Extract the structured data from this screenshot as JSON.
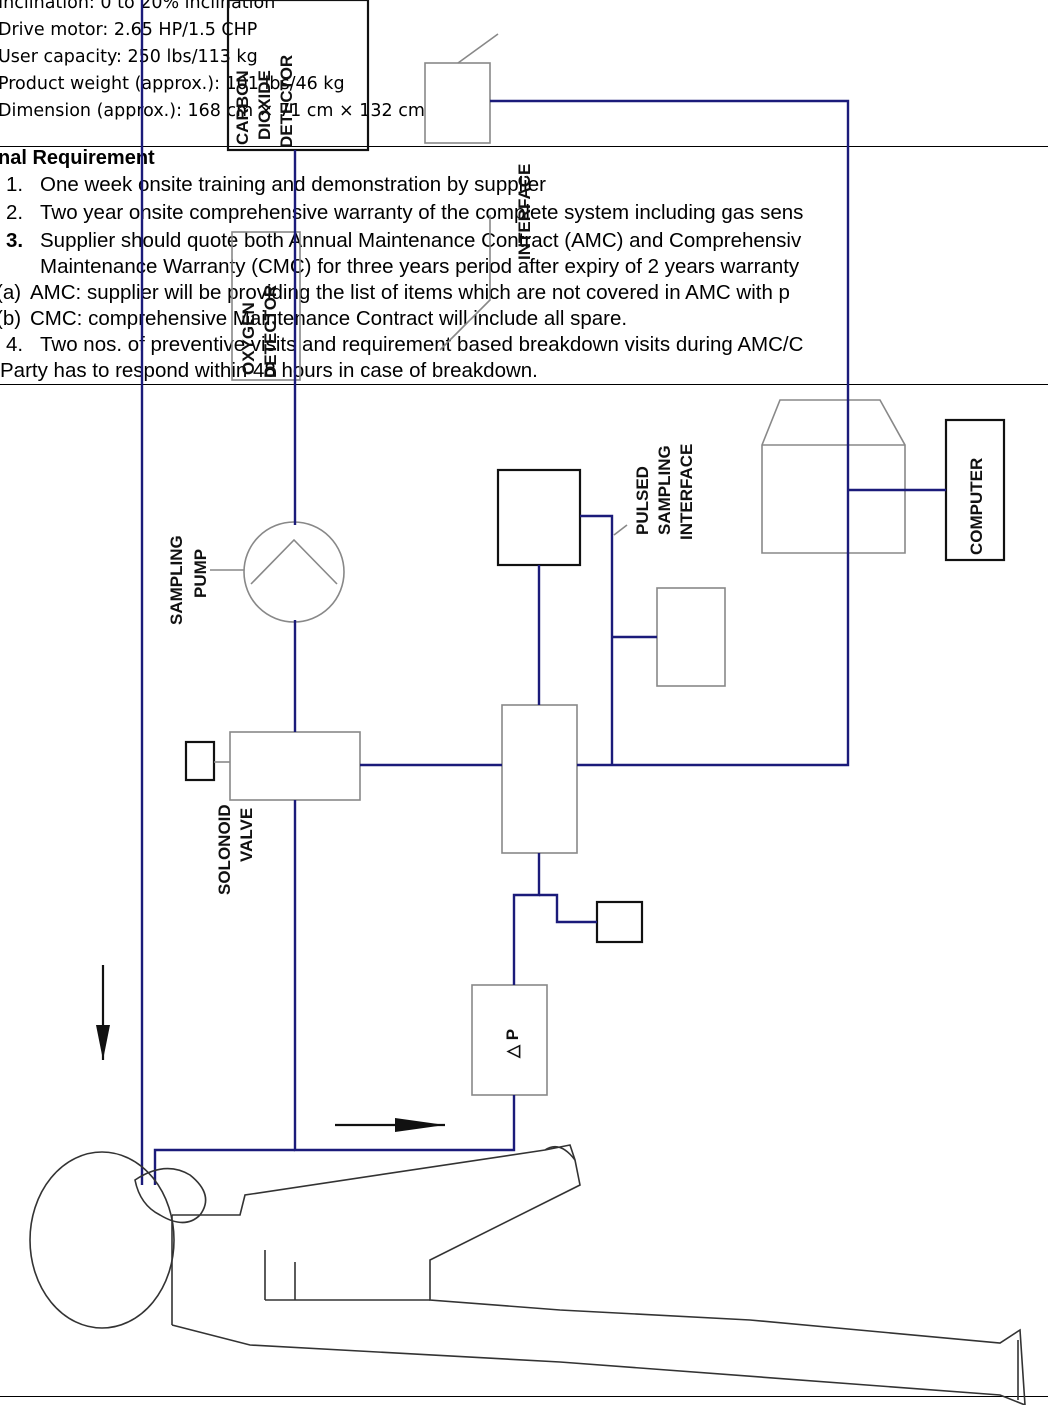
{
  "specs": [
    "Inclination: 0 to 20% inclination",
    "Drive motor: 2.65 HP/1.5 CHP",
    "User capacity: 250 lbs/113 kg",
    "Product weight (approx.): 101 lbs/46 kg",
    "Dimension (approx.): 168 cm × 71 cm × 132 cm"
  ],
  "section_title": "nal Requirement",
  "requirements": [
    {
      "num": "1.",
      "text": "One week onsite training and demonstration by supplier"
    },
    {
      "num": "2.",
      "text": "Two year onsite comprehensive warranty of the complete system including gas sens"
    },
    {
      "num": "3.",
      "text": "Supplier should quote both Annual Maintenance Contract (AMC) and Comprehensiv"
    },
    {
      "num": "",
      "text": "Maintenance Warranty (CMC) for three years period after expiry of 2 years warranty"
    },
    {
      "num": "(a)",
      "text": "AMC: supplier will be providing the list of items which are not covered in AMC with p"
    },
    {
      "num": "(b)",
      "text": "CMC: comprehensive Maintenance Contract will include all spare."
    },
    {
      "num": "4.",
      "text": "Two nos. of preventive visits and requirement based breakdown visits during AMC/C"
    },
    {
      "num": "",
      "text": "Party has to respond within 48 hours in case of breakdown."
    }
  ],
  "diagram": {
    "labels": {
      "co2_detector": [
        "CARBON",
        "DIOXIDE",
        "DETECTOR"
      ],
      "interface": "INTERFACE",
      "oxygen_detector": [
        "OXYGEN",
        "DETECTOR"
      ],
      "pulsed_sampling_interface": [
        "PULSED",
        "SAMPLING",
        "INTERFACE"
      ],
      "computer": "COMPUTER",
      "sampling_pump": [
        "SAMPLING",
        "PUMP"
      ],
      "solenoid_valve": [
        "SOLONOID",
        "VALVE"
      ],
      "delta_p": "△ P"
    },
    "colors": {
      "pipe": "#1b1b7a",
      "block": "#888888",
      "text": "#111111"
    }
  }
}
